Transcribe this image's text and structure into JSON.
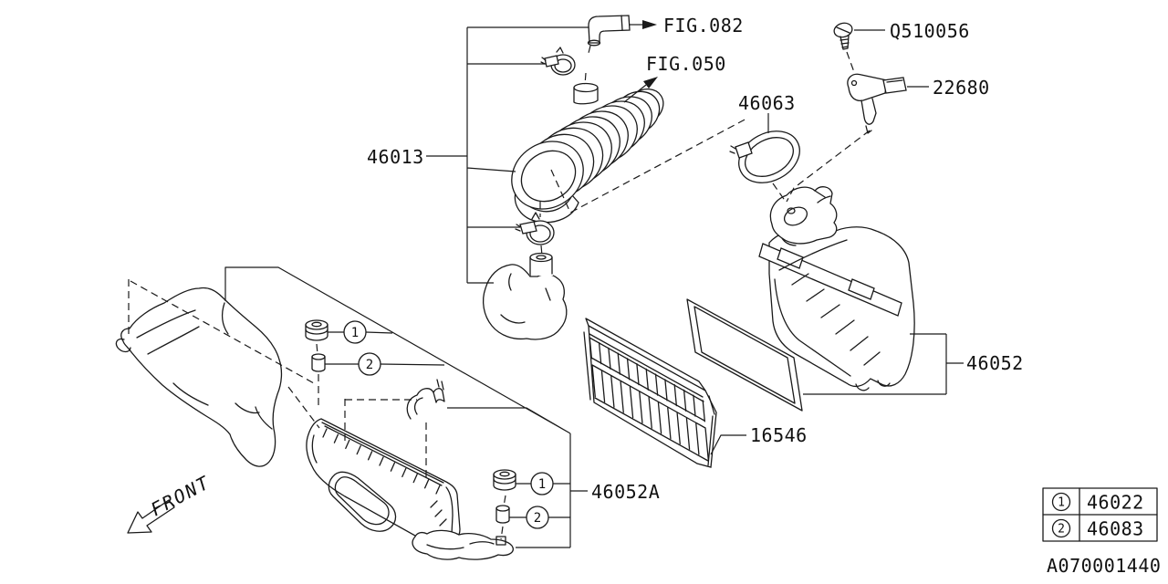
{
  "diagram": {
    "part_labels": {
      "fig_082": "FIG.082",
      "fig_050": "FIG.050",
      "screw": "Q510056",
      "maf_sensor": "22680",
      "hose_clamp": "46063",
      "air_intake_boot": "46013",
      "air_cleaner_upper_case": "46052",
      "air_filter_element": "16546",
      "air_cleaner_lower_case": "46052A"
    },
    "callouts": {
      "c1": "1",
      "c2": "2"
    },
    "legend": {
      "rows": [
        {
          "ref": "1",
          "part_number": "46022"
        },
        {
          "ref": "2",
          "part_number": "46083"
        }
      ]
    },
    "front_label": "FRONT",
    "drawing_number": "A070001440",
    "colors": {
      "line": "#1a1a1a",
      "background": "#ffffff"
    }
  }
}
